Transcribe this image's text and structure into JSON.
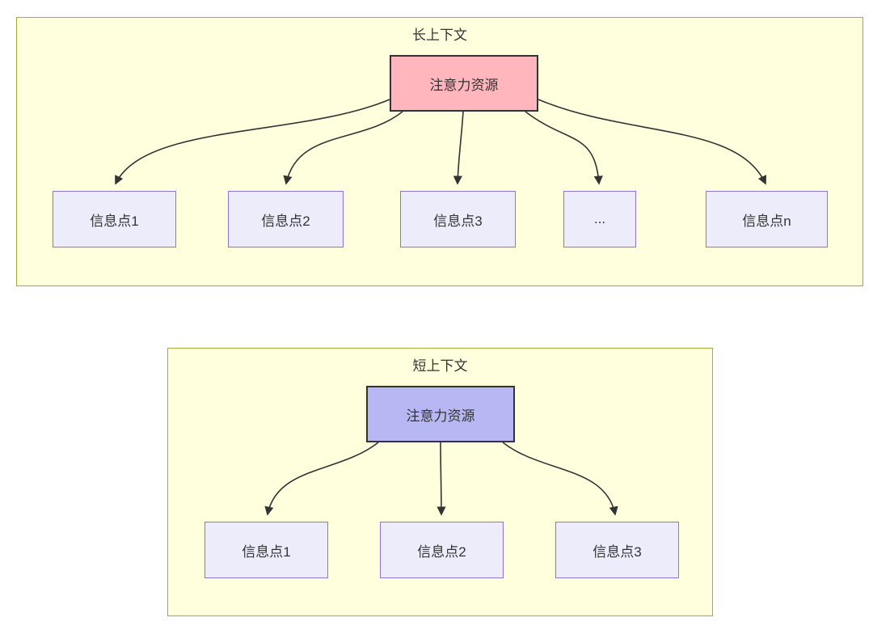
{
  "diagram": {
    "long_context": {
      "title": "长上下文",
      "source_label": "注意力资源",
      "targets": [
        {
          "label": "信息点1"
        },
        {
          "label": "信息点2"
        },
        {
          "label": "信息点3"
        },
        {
          "label": "..."
        },
        {
          "label": "信息点n"
        }
      ]
    },
    "short_context": {
      "title": "短上下文",
      "source_label": "注意力资源",
      "targets": [
        {
          "label": "信息点1"
        },
        {
          "label": "信息点2"
        },
        {
          "label": "信息点3"
        }
      ]
    },
    "colors": {
      "container_fill": "#ffffde",
      "container_border": "#aaaa33",
      "long_source_fill": "#ffb6bd",
      "short_source_fill": "#b7b7f4",
      "info_node_fill": "#ececfa",
      "info_node_border": "#9370db",
      "edge_color": "#333333",
      "text_color": "#333333"
    }
  }
}
